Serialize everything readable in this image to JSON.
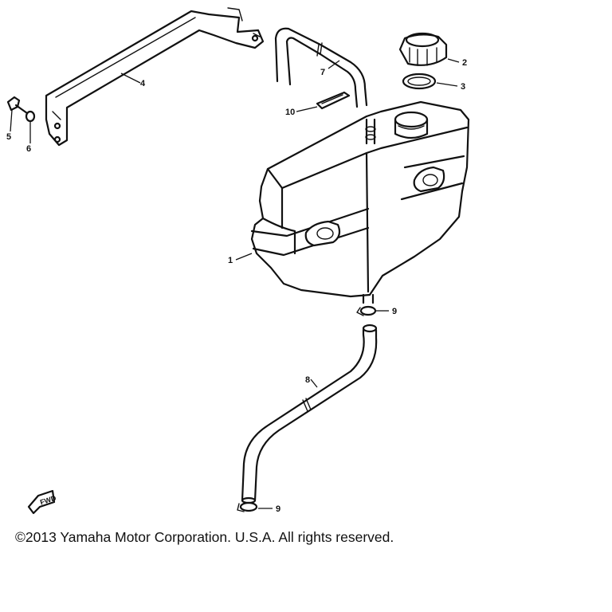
{
  "copyright": "©2013 Yamaha Motor Corporation. U.S.A. All rights reserved.",
  "fwd_label": "FWD",
  "callouts": {
    "tank": "1",
    "cap": "2",
    "gasket": "3",
    "bracket": "4",
    "bolt": "5",
    "washer": "6",
    "vent_hose": "7",
    "fuel_hose": "8",
    "clip_upper": "9",
    "clip_lower": "9",
    "label": "10"
  }
}
